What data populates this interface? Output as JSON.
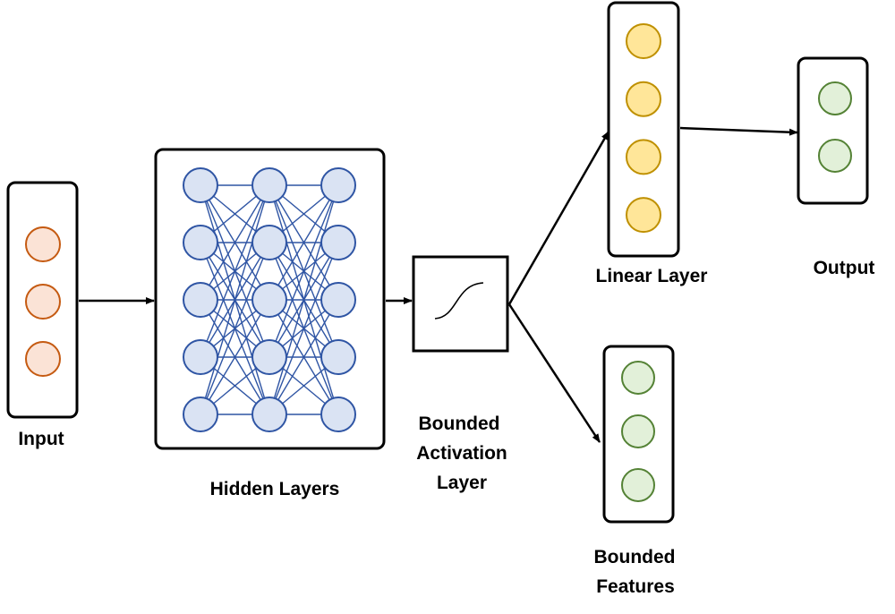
{
  "labels": {
    "input": "Input",
    "hidden": "Hidden Layers",
    "activation_line1": "Bounded",
    "activation_line2": "Activation",
    "activation_line3": "Layer",
    "linear": "Linear Layer",
    "output": "Output",
    "features_line1": "Bounded",
    "features_line2": "Features"
  },
  "layers": {
    "input_nodes": 3,
    "hidden_columns": 3,
    "hidden_nodes_per_column": 5,
    "linear_nodes": 4,
    "output_nodes": 2,
    "bounded_feature_nodes": 3
  },
  "colors": {
    "input_fill": "#fbe3d6",
    "input_stroke": "#c55a11",
    "hidden_fill": "#dae3f3",
    "hidden_stroke": "#2f55a4",
    "linear_fill": "#ffe699",
    "linear_stroke": "#bf9000",
    "green_fill": "#e2f0d9",
    "green_stroke": "#548235",
    "box_stroke": "#000000"
  },
  "icons": {
    "activation": "sigmoid-curve-icon"
  }
}
